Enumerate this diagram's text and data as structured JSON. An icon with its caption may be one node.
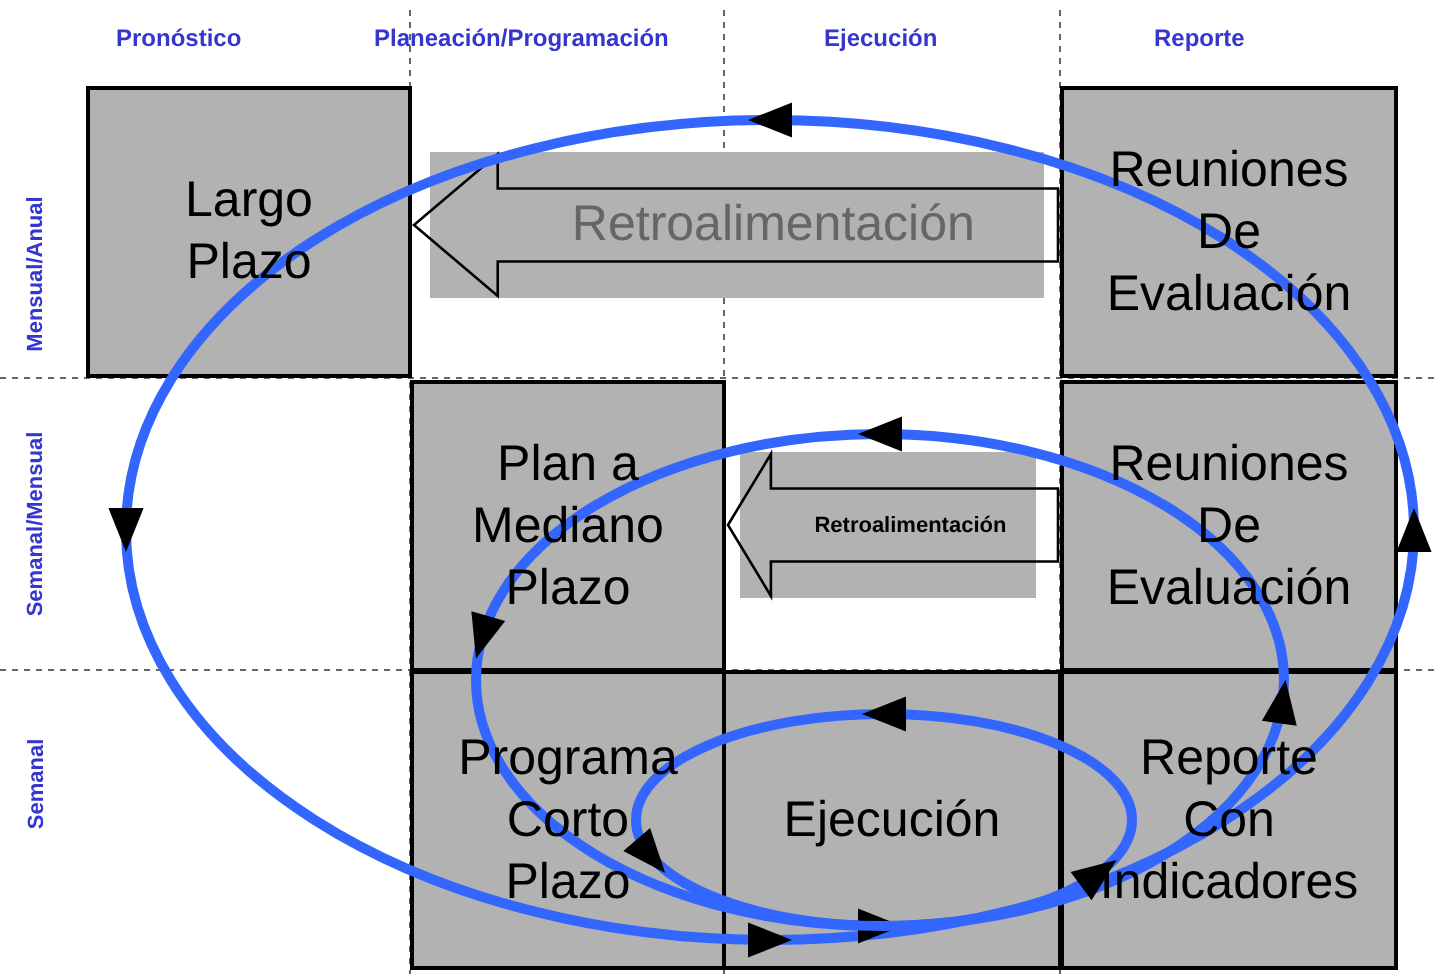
{
  "diagram": {
    "nodes": [
      {
        "text": [
          "Largo Plazo"
        ]
      },
      {
        "text": [
          "Reuniones De Evaluación"
        ]
      },
      {
        "text": [
          "Plan a Mediano Plazo"
        ]
      },
      {
        "text": [
          "Reuniones De Evaluación"
        ]
      },
      {
        "text": [
          "Programa Corto Plazo"
        ]
      },
      {
        "text": [
          "Ejecución"
        ]
      },
      {
        "text": [
          "Reporte Con Indicadores"
        ]
      }
    ],
    "edges": [
      {
        "from": 1,
        "to": 0,
        "arrow": "to",
        "label": "Retroalimentación"
      },
      {
        "from": 3,
        "to": 2,
        "arrow": "to",
        "label": "Retroalimentación"
      }
    ],
    "labels": [
      "Pronóstico",
      "Planeación/Programación",
      "Ejecución",
      "Reporte",
      "Mensual/Anual",
      "Semanal/Mensual",
      "Semanal"
    ]
  }
}
